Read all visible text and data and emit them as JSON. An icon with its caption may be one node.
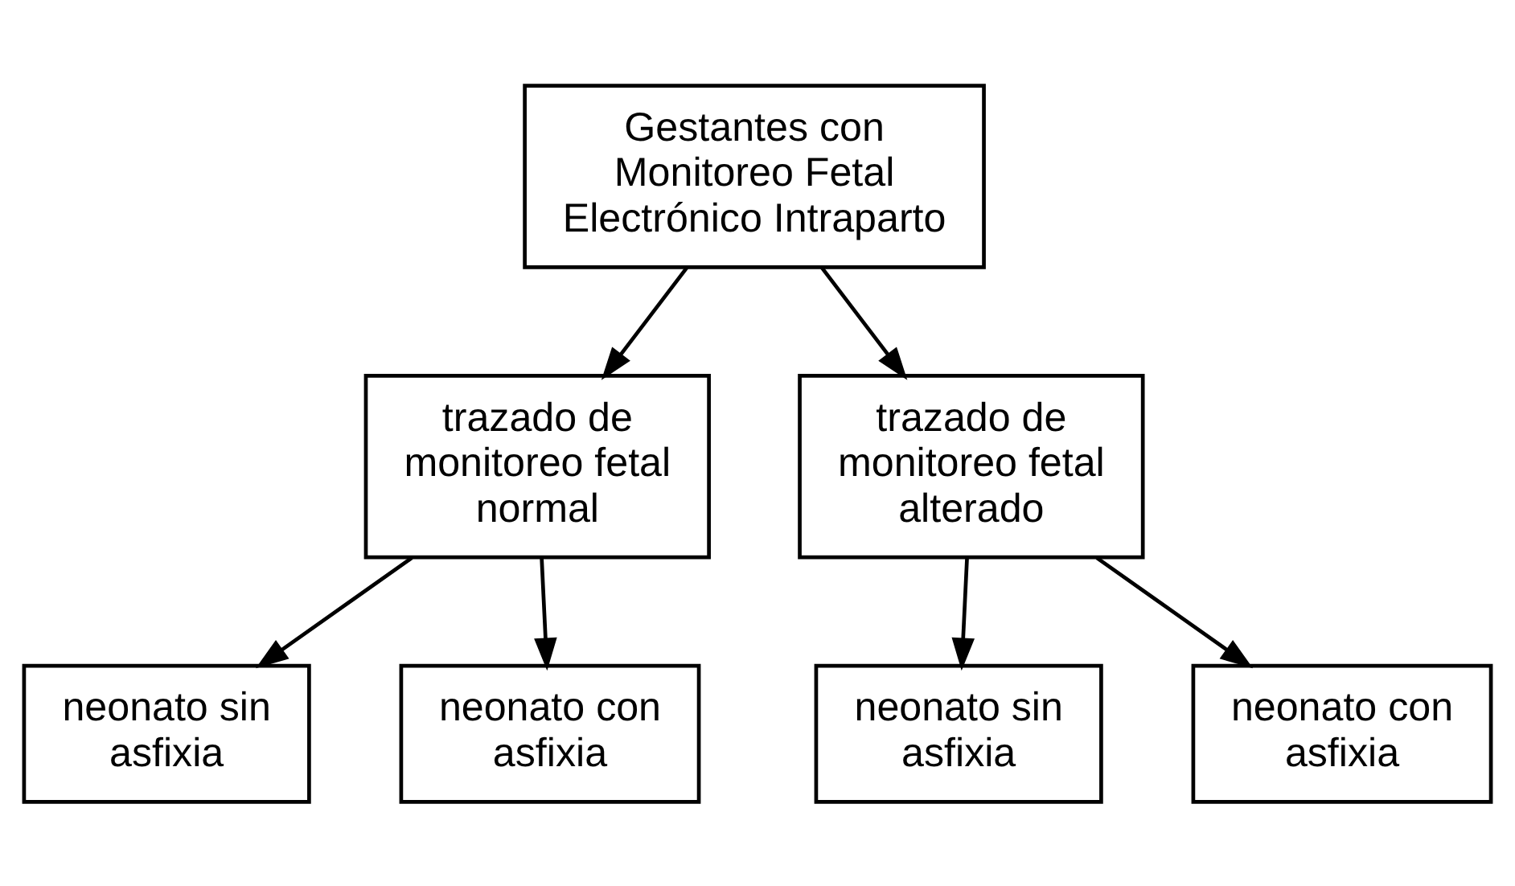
{
  "diagram": {
    "nodes": [
      {
        "text": [
          "Gestantes con Monitoreo Fetal Electrónico Intraparto"
        ]
      },
      {
        "text": [
          "trazado de monitoreo fetal normal"
        ]
      },
      {
        "text": [
          "trazado de monitoreo fetal alterado"
        ]
      },
      {
        "text": [
          "neonato sin asfixia"
        ]
      },
      {
        "text": [
          "neonato con asfixia"
        ]
      },
      {
        "text": [
          "neonato sin asfixia"
        ]
      },
      {
        "text": [
          "neonato con asfixia"
        ]
      }
    ],
    "edges": [
      {
        "from": 0,
        "to": 1,
        "arrow": "to"
      },
      {
        "from": 0,
        "to": 2,
        "arrow": "to"
      },
      {
        "from": 1,
        "to": 3,
        "arrow": "to"
      },
      {
        "from": 1,
        "to": 4,
        "arrow": "to"
      },
      {
        "from": 2,
        "to": 5,
        "arrow": "to"
      },
      {
        "from": 2,
        "to": 6,
        "arrow": "to"
      }
    ]
  }
}
